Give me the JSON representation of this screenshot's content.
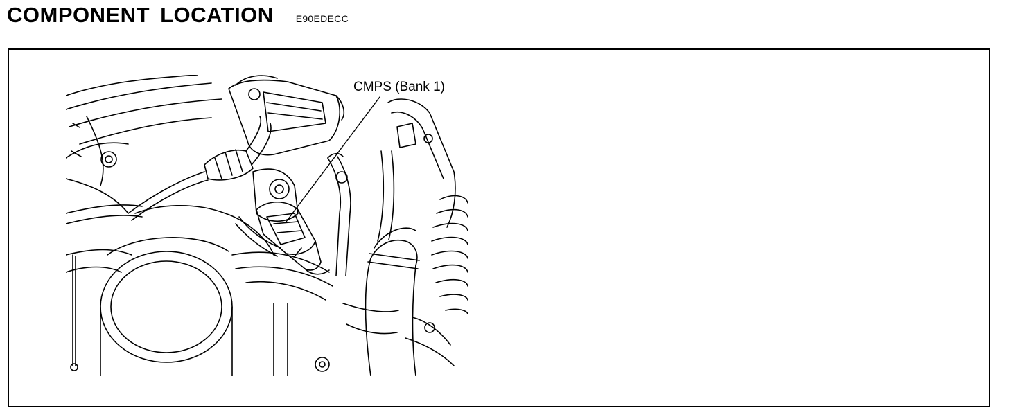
{
  "header": {
    "title": "COMPONENT LOCATION",
    "code": "E90EDECC"
  },
  "figure": {
    "callout_label": "CMPS (Bank 1)",
    "stroke_color": "#000000",
    "background_color": "#ffffff"
  }
}
